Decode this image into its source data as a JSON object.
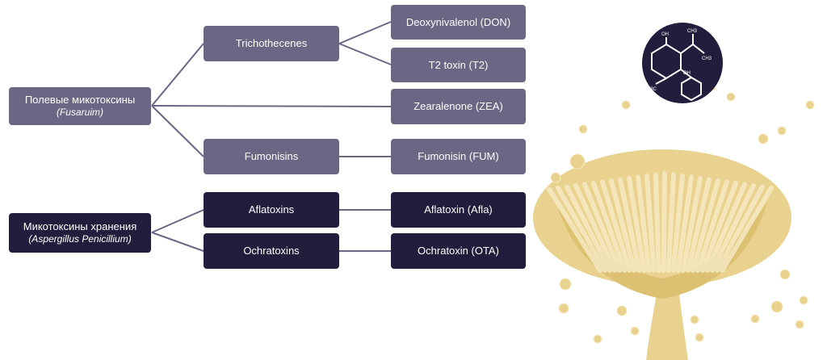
{
  "colors": {
    "field_box": "#6c6583",
    "storage_box": "#231c3d",
    "connector": "#6c6583",
    "molecule_circle": "#231c3d",
    "fungus": "#e9d28f",
    "fungus_highlight": "#f6eac2"
  },
  "roots": {
    "field": {
      "label": "Полевые микотоксины",
      "sub": "(Fusaruim)"
    },
    "storage": {
      "label": "Микотоксины хранения",
      "sub": "(Aspergillus Penicillium)"
    }
  },
  "groups": {
    "trichothecenes": "Trichothecenes",
    "fumonisins": "Fumonisins",
    "aflatoxins": "Aflatoxins",
    "ochratoxins": "Ochratoxins"
  },
  "toxins": {
    "don": "Deoxynivalenol (DON)",
    "t2": "T2 toxin (T2)",
    "zea": "Zearalenone (ZEA)",
    "fum": "Fumonisin (FUM)",
    "afla": "Aflatoxin (Afla)",
    "ota": "Ochratoxin (OTA)"
  },
  "molecule": {
    "icon": "molecule-structure-icon",
    "labels": {
      "oh1": "OH",
      "oh2": "OH",
      "ch3a": "CH3",
      "ch3b": "CH3",
      "h3c": "H3C"
    }
  },
  "illustration": {
    "icon": "aspergillus-fungus-icon"
  }
}
